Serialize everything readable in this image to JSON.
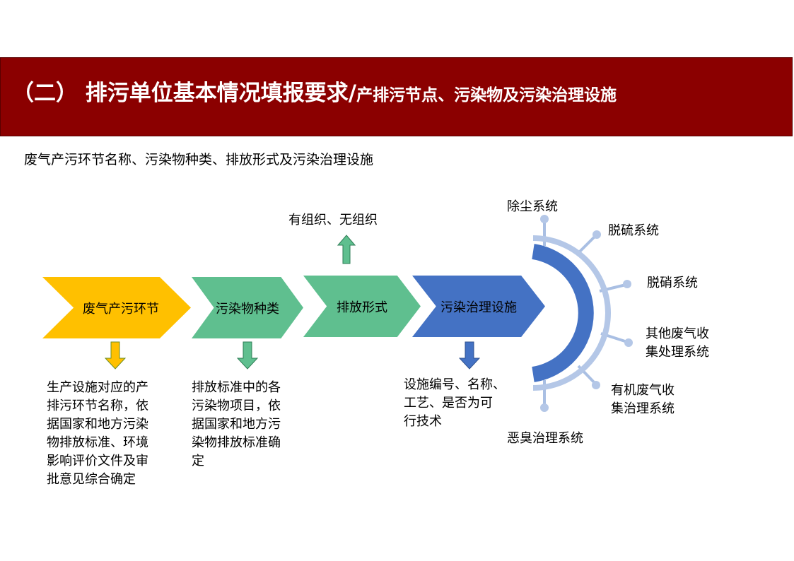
{
  "header": {
    "title_main": "（二） 排污单位基本情况填报要求/",
    "title_sub": "产排污节点、污染物及污染治理设施"
  },
  "subtitle": "废气产污环节名称、污染物种类、排放形式及污染治理设施",
  "flow": [
    {
      "label": "废气产污环节",
      "color": "#ffc000"
    },
    {
      "label": "污染物种类",
      "color": "#5fbf8f"
    },
    {
      "label": "排放形式",
      "color": "#5fbf8f"
    },
    {
      "label": "污染治理设施",
      "color": "#4472c4"
    }
  ],
  "top_note": "有组织、无组织",
  "notes": {
    "source_lines": [
      "生产设施对应的产",
      "排污环节名称，依",
      "据国家和地方污染",
      "物排放标准、环境",
      "影响评价文件及审",
      "批意见综合确定"
    ],
    "pollutant_lines": [
      "排放标准中的各",
      "污染物项目，依",
      "据国家和地方污",
      "染物排放标准确",
      "定"
    ],
    "facility_lines": [
      "设施编号、名称、",
      "工艺、是否为可",
      "行技术"
    ]
  },
  "systems": {
    "dust": "除尘系统",
    "desulfur": "脱硫系统",
    "denitrate": "脱硝系统",
    "other_line1": "其他废气收",
    "other_line2": "集处理系统",
    "organic_line1": "有机废气收",
    "organic_line2": "集治理系统",
    "odor": "恶臭治理系统"
  },
  "colors": {
    "header_bg": "#8b0000",
    "arc_dark": "#4472c4",
    "arc_light": "#b4c7e7",
    "yellow_arrow": "#ffc000",
    "green_arrow": "#5fbf8f",
    "blue_arrow": "#4472c4"
  }
}
